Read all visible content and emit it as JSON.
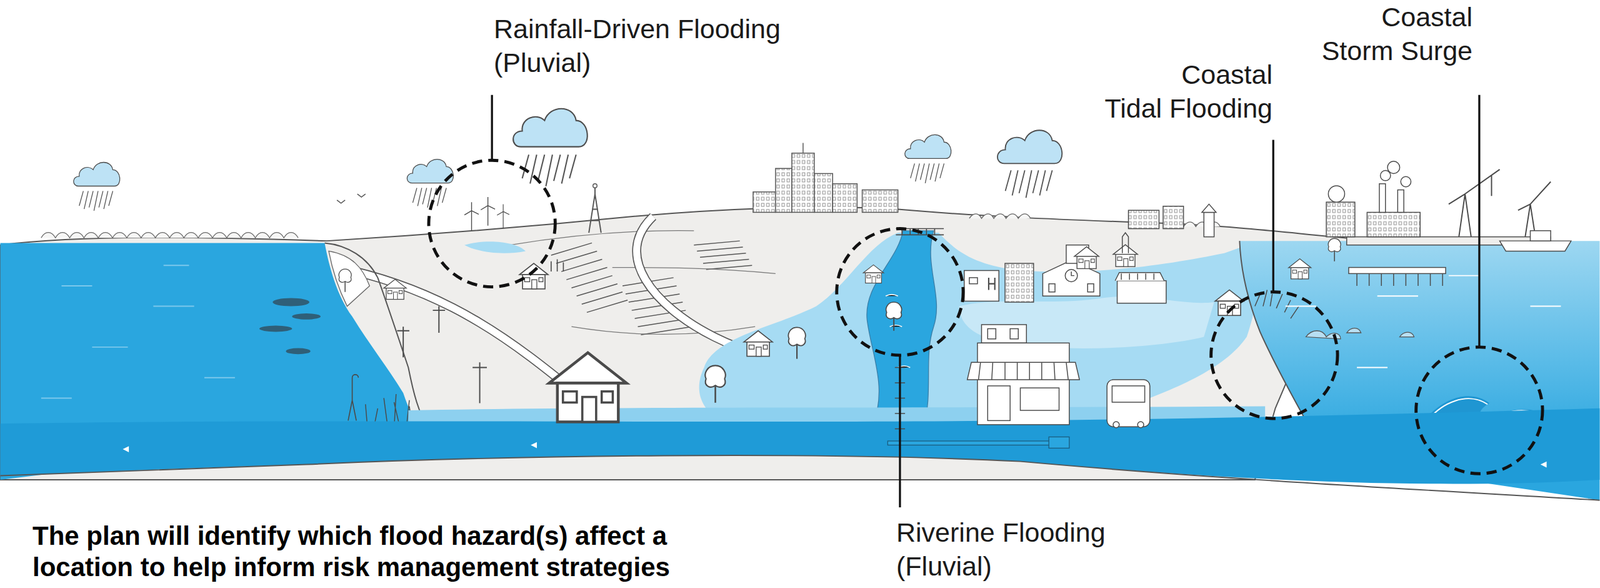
{
  "diagram": {
    "caption": "The plan will identify which flood hazard(s) affect a location to help inform risk management strategies",
    "labels": [
      "Rainfall-Driven Flooding (Pluvial)",
      "Coastal Tidal Flooding",
      "Coastal Storm Surge",
      "Riverine Flooding (Fluvial)"
    ]
  }
}
